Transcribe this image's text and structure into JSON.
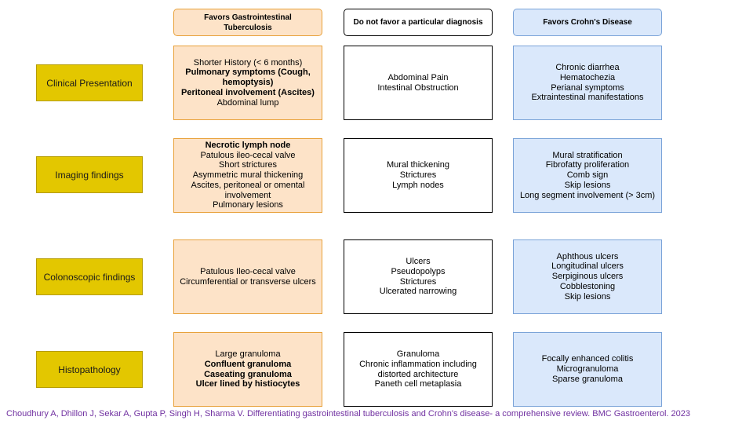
{
  "headers": {
    "tb": "Favors Gastrointestinal Tuberculosis",
    "none": "Do not favor a particular diagnosis",
    "cd": "Favors Crohn's Disease"
  },
  "rows": [
    {
      "label": "Clinical Presentation",
      "tb": [
        {
          "text": "Shorter History (< 6 months)",
          "bold": false
        },
        {
          "text": "Pulmonary symptoms (Cough, hemoptysis)",
          "bold": true
        },
        {
          "text": "Peritoneal involvement (Ascites)",
          "bold": true
        },
        {
          "text": "Abdominal lump",
          "bold": false
        }
      ],
      "none": [
        {
          "text": "Abdominal Pain",
          "bold": false
        },
        {
          "text": "Intestinal Obstruction",
          "bold": false
        }
      ],
      "cd": [
        {
          "text": "Chronic diarrhea",
          "bold": false
        },
        {
          "text": "Hematochezia",
          "bold": false
        },
        {
          "text": "Perianal symptoms",
          "bold": false
        },
        {
          "text": "Extraintestinal manifestations",
          "bold": false
        }
      ]
    },
    {
      "label": "Imaging findings",
      "tb": [
        {
          "text": "Necrotic lymph node",
          "bold": true
        },
        {
          "text": "Patulous ileo-cecal valve",
          "bold": false
        },
        {
          "text": "Short strictures",
          "bold": false
        },
        {
          "text": "Asymmetric mural thickening",
          "bold": false
        },
        {
          "text": "Ascites, peritoneal or omental involvement",
          "bold": false
        },
        {
          "text": "Pulmonary lesions",
          "bold": false
        }
      ],
      "none": [
        {
          "text": "Mural thickening",
          "bold": false
        },
        {
          "text": "Strictures",
          "bold": false
        },
        {
          "text": "Lymph nodes",
          "bold": false
        }
      ],
      "cd": [
        {
          "text": "Mural stratification",
          "bold": false
        },
        {
          "text": "Fibrofatty proliferation",
          "bold": false
        },
        {
          "text": "Comb sign",
          "bold": false
        },
        {
          "text": "Skip lesions",
          "bold": false
        },
        {
          "text": "Long segment involvement (> 3cm)",
          "bold": false
        }
      ]
    },
    {
      "label": "Colonoscopic findings",
      "tb": [
        {
          "text": "Patulous Ileo-cecal valve",
          "bold": false
        },
        {
          "text": "Circumferential or transverse ulcers",
          "bold": false
        }
      ],
      "none": [
        {
          "text": "Ulcers",
          "bold": false
        },
        {
          "text": "Pseudopolyps",
          "bold": false
        },
        {
          "text": "Strictures",
          "bold": false
        },
        {
          "text": "Ulcerated narrowing",
          "bold": false
        }
      ],
      "cd": [
        {
          "text": "Aphthous ulcers",
          "bold": false
        },
        {
          "text": "Longitudinal ulcers",
          "bold": false
        },
        {
          "text": "Serpiginous ulcers",
          "bold": false
        },
        {
          "text": "Cobblestoning",
          "bold": false
        },
        {
          "text": "Skip lesions",
          "bold": false
        }
      ]
    },
    {
      "label": "Histopathology",
      "tb": [
        {
          "text": "Large granuloma",
          "bold": false
        },
        {
          "text": "Confluent granuloma",
          "bold": true
        },
        {
          "text": "Caseating granuloma",
          "bold": true
        },
        {
          "text": "Ulcer lined by histiocytes",
          "bold": true
        }
      ],
      "none": [
        {
          "text": "Granuloma",
          "bold": false
        },
        {
          "text": "Chronic inflammation including distorted architecture",
          "bold": false
        },
        {
          "text": "Paneth cell metaplasia",
          "bold": false
        }
      ],
      "cd": [
        {
          "text": "Focally enhanced colitis",
          "bold": false
        },
        {
          "text": "Microgranuloma",
          "bold": false
        },
        {
          "text": "Sparse granuloma",
          "bold": false
        }
      ]
    }
  ],
  "citation": "Choudhury A, Dhillon J, Sekar A, Gupta P, Singh H, Sharma V. Differentiating gastrointestinal tuberculosis and Crohn's disease- a comprehensive review. BMC Gastroenterol. 2023",
  "colors": {
    "tb_fill": "#fde3c8",
    "tb_border": "#e8a13a",
    "cd_fill": "#dae8fb",
    "cd_border": "#7aa3d8",
    "label_fill": "#e3c700",
    "citation": "#7030a0"
  }
}
